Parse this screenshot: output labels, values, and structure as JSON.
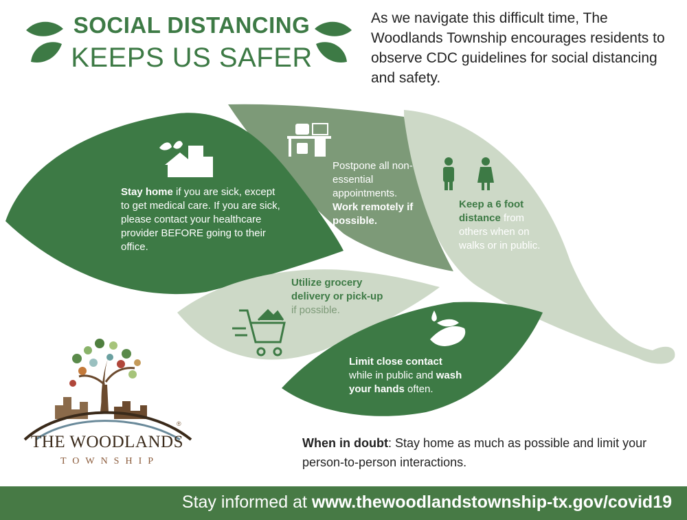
{
  "header": {
    "title_line1": "SOCIAL DISTANCING",
    "title_line2": "KEEPS US SAFER",
    "intro": "As we navigate this difficult time, The Woodlands Township encourages residents to observe CDC guidelines for social distancing and safety."
  },
  "tips": {
    "stay_home": {
      "bold": "Stay home",
      "rest": " if you are sick, except to get medical care. If you are sick, please contact your healthcare provider BEFORE going to their office."
    },
    "postpone": {
      "bold1": "Postpone",
      "rest1": " all non-essential appointments. ",
      "bold2": "Work remotely if possible."
    },
    "distance": {
      "bold": "Keep a 6 foot distance",
      "rest": " from others when on walks or in public."
    },
    "grocery": {
      "bold": "Utilize grocery delivery or pick-up",
      "rest": " if possible."
    },
    "contact": {
      "bold1": "Limit close contact",
      "rest1": " while in public and ",
      "bold2": "wash your hands",
      "rest2": " often."
    }
  },
  "doubt": {
    "bold": "When in doubt",
    "rest": ": Stay home as much as possible and limit your person-to-person interactions."
  },
  "footer": {
    "prefix": "Stay informed at ",
    "url": "www.thewoodlandstownship-tx.gov/covid19"
  },
  "logo": {
    "name": "THE WOODLANDS",
    "sub": "TOWNSHIP",
    "registered": "®"
  },
  "colors": {
    "dark_green": "#3d7a45",
    "mid_green": "#7d9a78",
    "light_green": "#b7c8b0",
    "pale_green": "#cdd9c7",
    "footer_green": "#477a45"
  },
  "icons": [
    "leaf-icon",
    "house-icon",
    "desk-icon",
    "people-icon",
    "cart-icon",
    "hand-wash-icon",
    "tree-logo-icon"
  ]
}
